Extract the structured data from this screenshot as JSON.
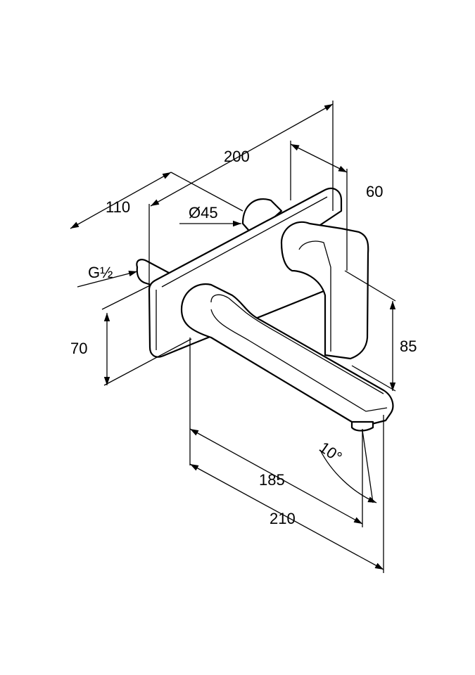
{
  "dimensions": {
    "overall_depth": "200",
    "inlet_depth": "110",
    "lever_offset": "60",
    "rosette_diameter": "Ø45",
    "thread": "G½",
    "plate_height": "70",
    "spout_height": "85",
    "spout_reach": "185",
    "total_reach": "210",
    "outlet_angle": "10°"
  }
}
